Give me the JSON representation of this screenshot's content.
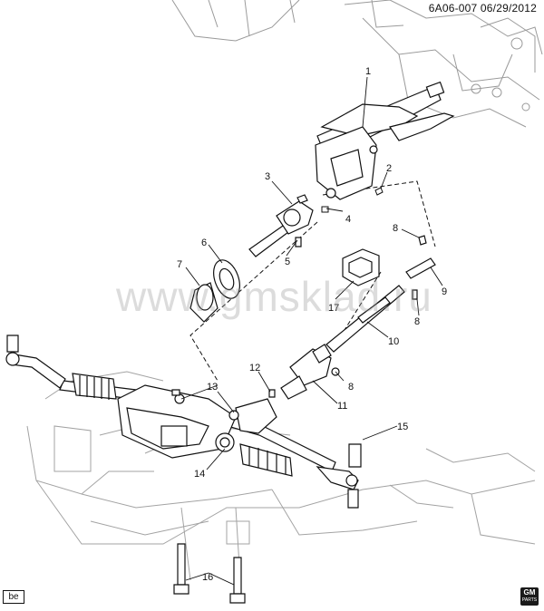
{
  "header": {
    "code": "6A06-007  06/29/2012"
  },
  "watermark": "www.gmsklad.ru",
  "corner_tag": "be",
  "logo": {
    "text": "GM",
    "sub": "PARTS"
  },
  "callouts": [
    {
      "id": "1",
      "label": "1"
    },
    {
      "id": "2",
      "label": "2"
    },
    {
      "id": "3",
      "label": "3"
    },
    {
      "id": "4",
      "label": "4"
    },
    {
      "id": "5",
      "label": "5"
    },
    {
      "id": "6",
      "label": "6"
    },
    {
      "id": "7",
      "label": "7"
    },
    {
      "id": "8a",
      "label": "8"
    },
    {
      "id": "8b",
      "label": "8"
    },
    {
      "id": "8c",
      "label": "8"
    },
    {
      "id": "9",
      "label": "9"
    },
    {
      "id": "10",
      "label": "10"
    },
    {
      "id": "11",
      "label": "11"
    },
    {
      "id": "12",
      "label": "12"
    },
    {
      "id": "13",
      "label": "13"
    },
    {
      "id": "14",
      "label": "14"
    },
    {
      "id": "15",
      "label": "15"
    },
    {
      "id": "16",
      "label": "16"
    },
    {
      "id": "17",
      "label": "17"
    }
  ]
}
